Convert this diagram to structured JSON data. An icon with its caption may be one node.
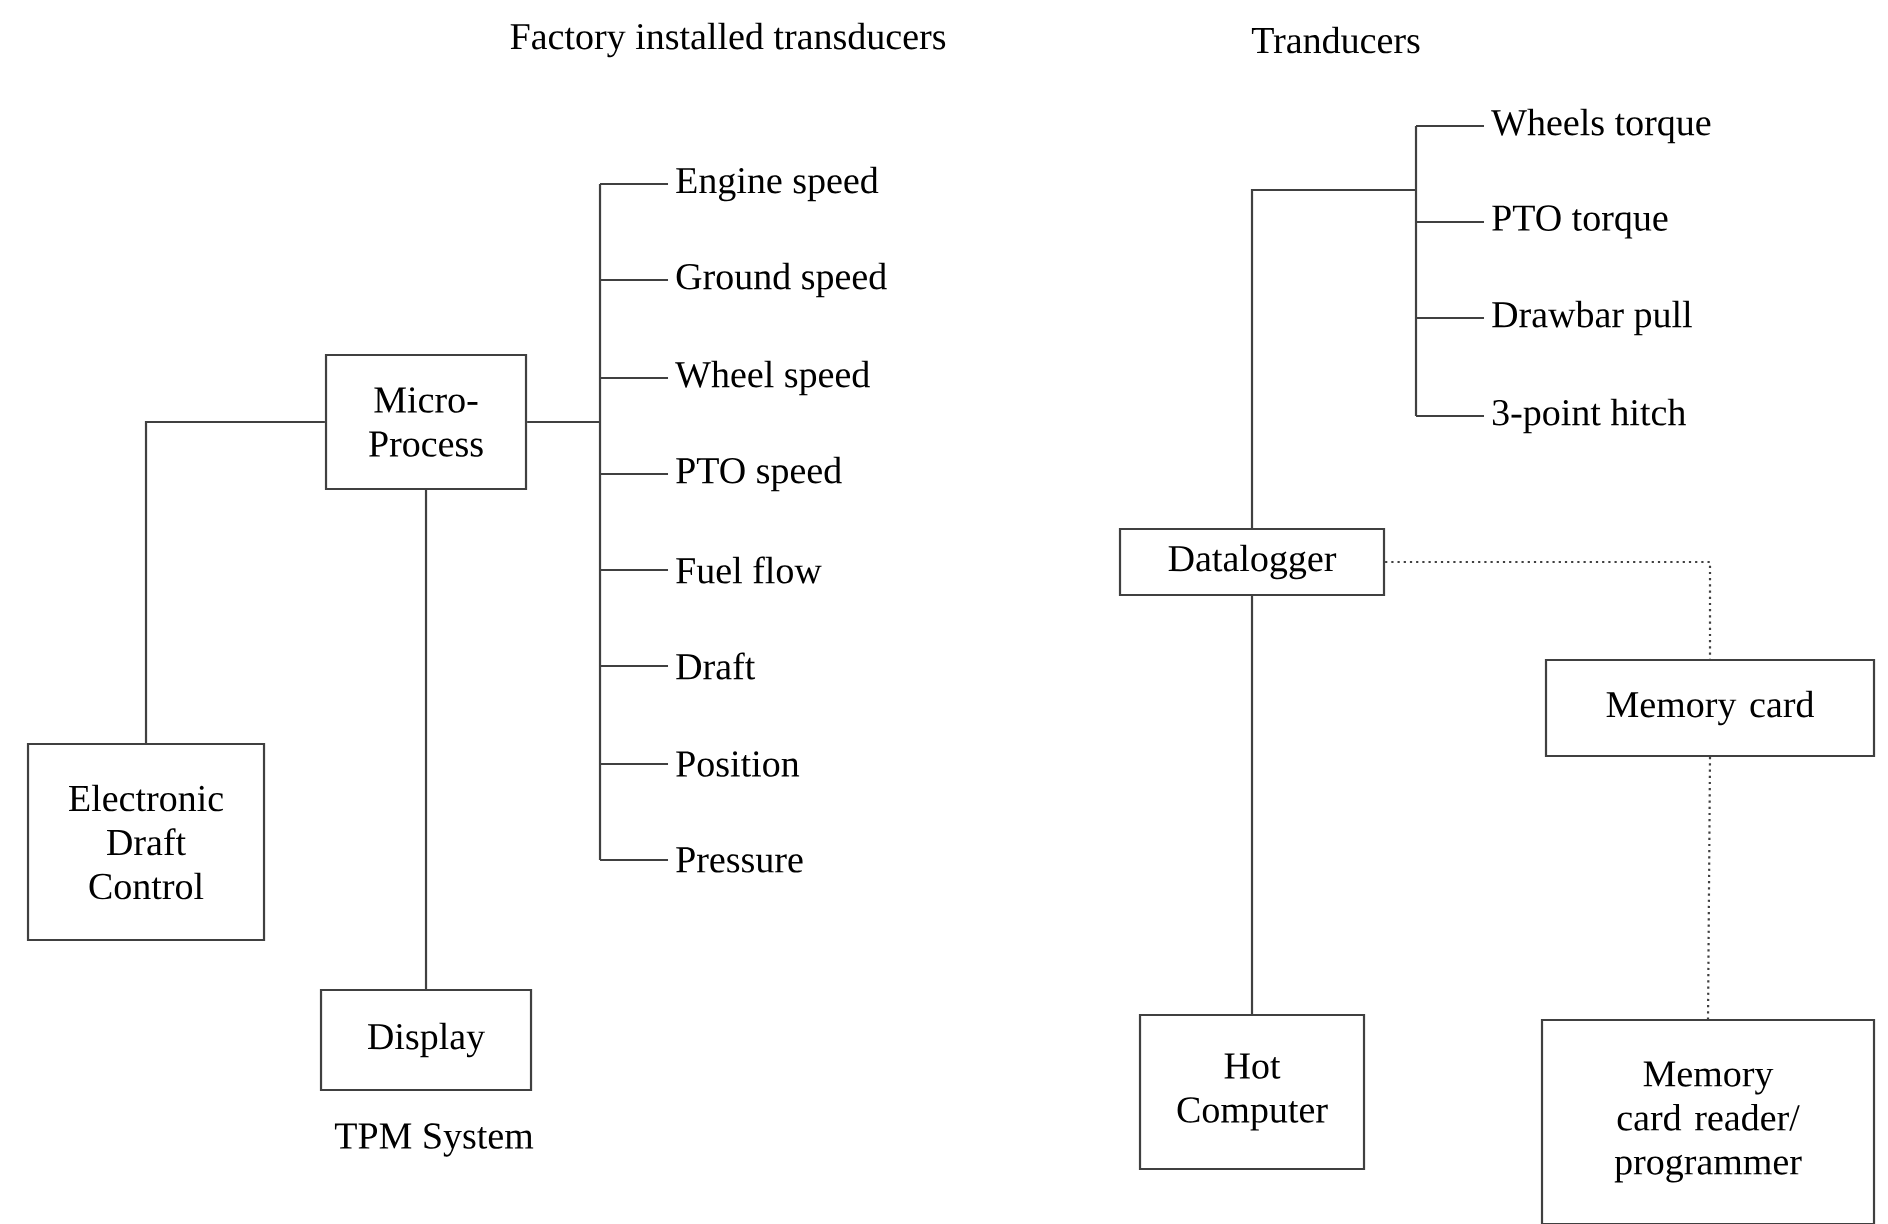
{
  "diagram": {
    "nodes": [
      {
        "text": [
          "Micro-Process"
        ]
      },
      {
        "text": [
          "Engine speed"
        ]
      },
      {
        "text": [
          "Ground speed"
        ]
      },
      {
        "text": [
          "Wheel speed"
        ]
      },
      {
        "text": [
          "PTO speed"
        ]
      },
      {
        "text": [
          "Fuel flow"
        ]
      },
      {
        "text": [
          "Draft"
        ]
      },
      {
        "text": [
          "Position"
        ]
      },
      {
        "text": [
          "Pressure"
        ]
      },
      {
        "text": [
          "Electronic Draft Control"
        ]
      },
      {
        "text": [
          "Display"
        ]
      },
      {
        "text": [
          "Datalogger"
        ]
      },
      {
        "text": [
          "Wheels torque"
        ]
      },
      {
        "text": [
          "PTO torque"
        ]
      },
      {
        "text": [
          "Drawbar pull"
        ]
      },
      {
        "text": [
          "3-point hitch"
        ]
      },
      {
        "text": [
          "Memory card"
        ]
      },
      {
        "text": [
          "Hot Computer"
        ]
      },
      {
        "text": [
          "Memory card reader/ programmer"
        ]
      }
    ],
    "edges": [
      {
        "from": 0,
        "to": 1,
        "arrow": "none"
      },
      {
        "from": 0,
        "to": 2,
        "arrow": "none"
      },
      {
        "from": 0,
        "to": 3,
        "arrow": "none"
      },
      {
        "from": 0,
        "to": 4,
        "arrow": "none"
      },
      {
        "from": 0,
        "to": 5,
        "arrow": "none"
      },
      {
        "from": 0,
        "to": 6,
        "arrow": "none"
      },
      {
        "from": 0,
        "to": 7,
        "arrow": "none"
      },
      {
        "from": 0,
        "to": 8,
        "arrow": "none"
      },
      {
        "from": 0,
        "to": 9,
        "arrow": "none"
      },
      {
        "from": 0,
        "to": 10,
        "arrow": "none"
      },
      {
        "from": 11,
        "to": 12,
        "arrow": "none"
      },
      {
        "from": 11,
        "to": 13,
        "arrow": "none"
      },
      {
        "from": 11,
        "to": 14,
        "arrow": "none"
      },
      {
        "from": 11,
        "to": 15,
        "arrow": "none"
      },
      {
        "from": 11,
        "to": 17,
        "arrow": "none"
      },
      {
        "from": 11,
        "to": 16,
        "arrow": "none",
        "style": "dashed"
      },
      {
        "from": 16,
        "to": 18,
        "arrow": "none",
        "style": "dashed"
      }
    ],
    "labels": [
      "Factory installed transducers",
      "Tranducers",
      "TPM System"
    ]
  }
}
